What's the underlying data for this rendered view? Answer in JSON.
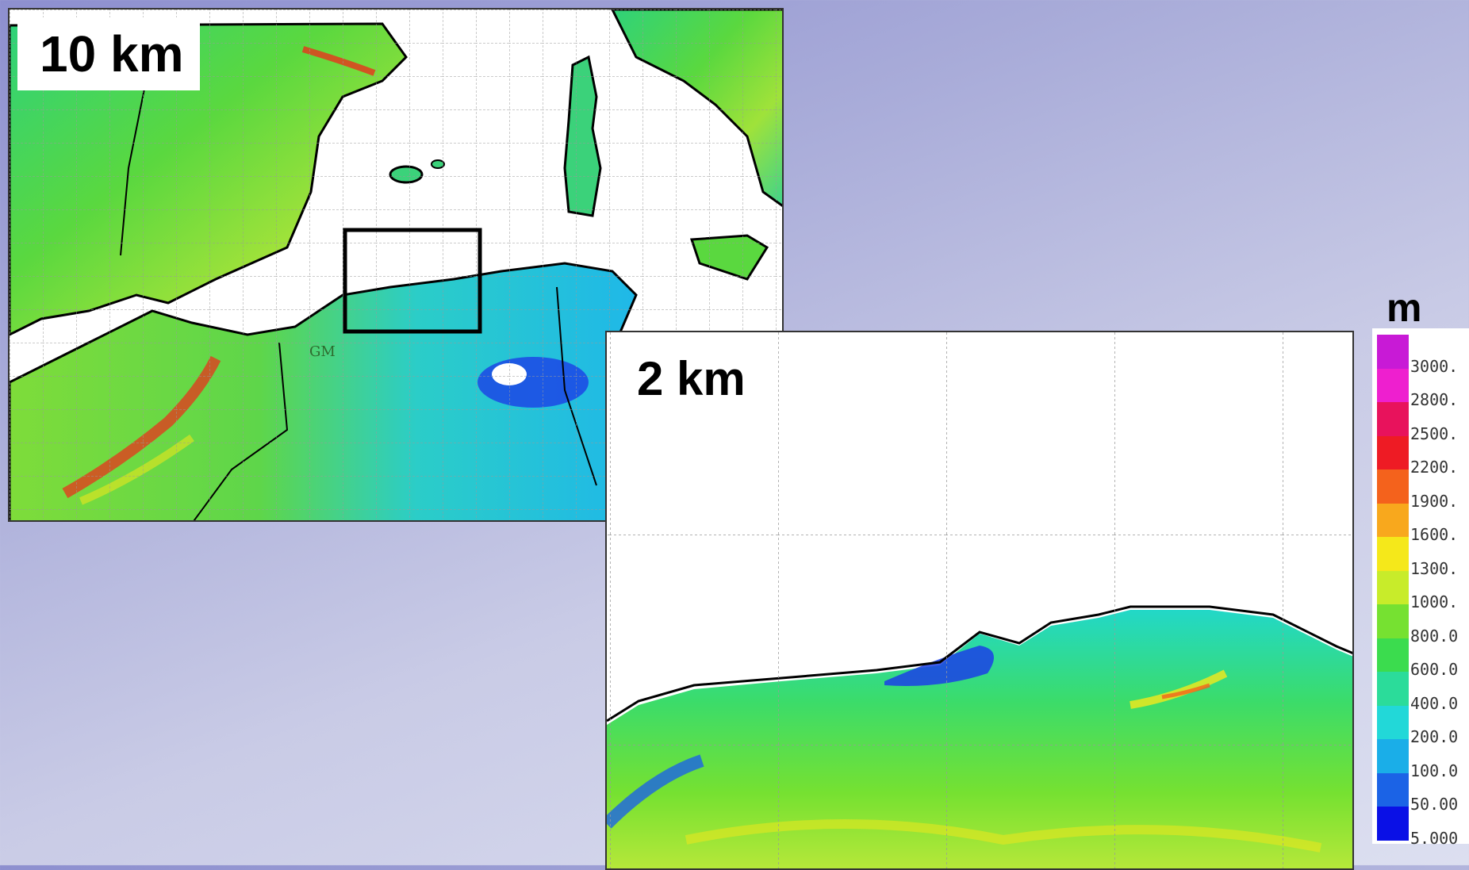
{
  "panels": {
    "map_10km": {
      "resolution_label": "10 km",
      "place_label": "GM"
    },
    "map_2km": {
      "resolution_label": "2 km"
    }
  },
  "legend": {
    "unit": "m",
    "levels": [
      {
        "label": "3000.",
        "color": "#c81ad6"
      },
      {
        "label": "2800.",
        "color": "#ee1fcf"
      },
      {
        "label": "2500.",
        "color": "#e8125c"
      },
      {
        "label": "2200.",
        "color": "#ee1b24"
      },
      {
        "label": "1900.",
        "color": "#f4621c"
      },
      {
        "label": "1600.",
        "color": "#f8a81d"
      },
      {
        "label": "1300.",
        "color": "#f5e81a"
      },
      {
        "label": "1000.",
        "color": "#c8ec2a"
      },
      {
        "label": "800.0",
        "color": "#76e131"
      },
      {
        "label": "600.0",
        "color": "#3bdc4e"
      },
      {
        "label": "400.0",
        "color": "#2bdc9a"
      },
      {
        "label": "200.0",
        "color": "#22d8d8"
      },
      {
        "label": "100.0",
        "color": "#1aaee8"
      },
      {
        "label": "50.00",
        "color": "#1b63e6"
      },
      {
        "label": "5.000",
        "color": "#0a10e6"
      }
    ]
  },
  "colors": {
    "ocean": "#ffffff",
    "coast": "#000000",
    "inset_box": "#000000"
  }
}
